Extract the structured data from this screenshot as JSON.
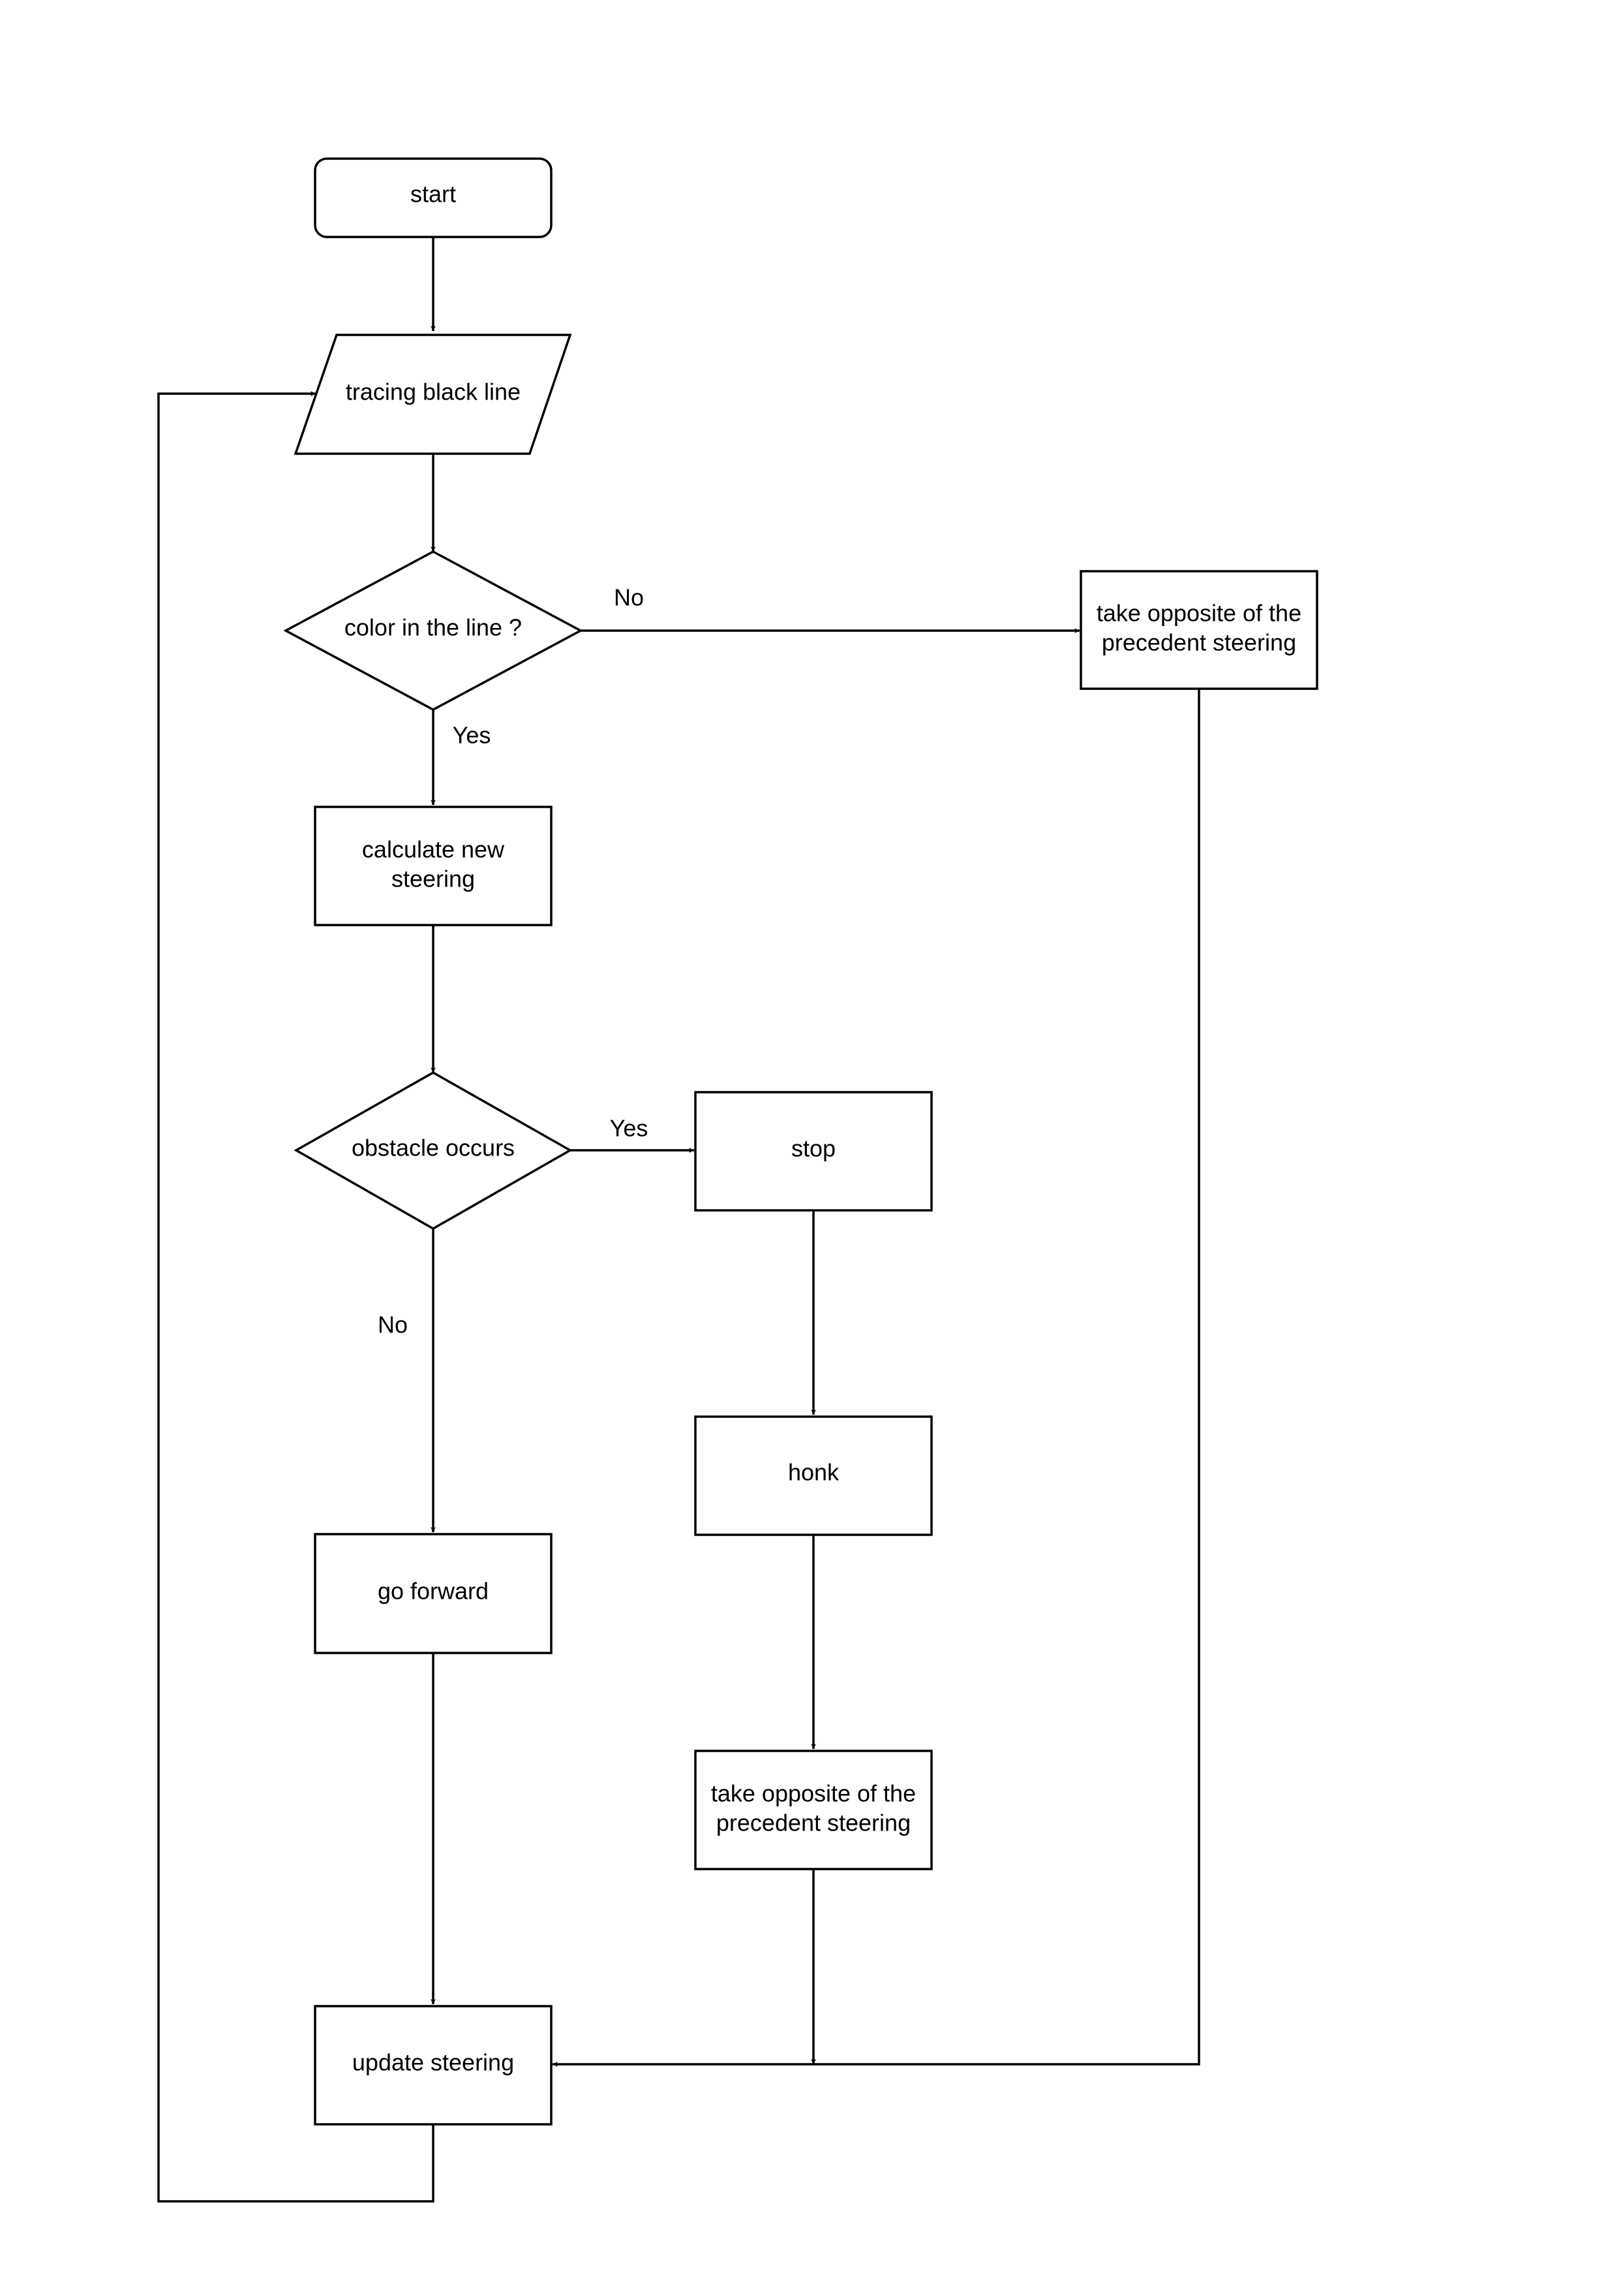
{
  "diagram": {
    "nodes": {
      "start": "start",
      "tracing": "tracing black line",
      "color_check": "color in the line ?",
      "opposite_right": [
        "take opposite of the",
        "precedent steering"
      ],
      "calculate": [
        "calculate new",
        "steering"
      ],
      "obstacle": "obstacle occurs",
      "stop": "stop",
      "honk": "honk",
      "go_forward": "go forward",
      "opposite_mid": [
        "take opposite of the",
        "precedent steering"
      ],
      "update": "update steering"
    },
    "edges": {
      "color_no": "No",
      "color_yes": "Yes",
      "obstacle_yes": "Yes",
      "obstacle_no": "No"
    },
    "colors": {
      "stroke": "#000000",
      "fill": "#ffffff"
    }
  }
}
